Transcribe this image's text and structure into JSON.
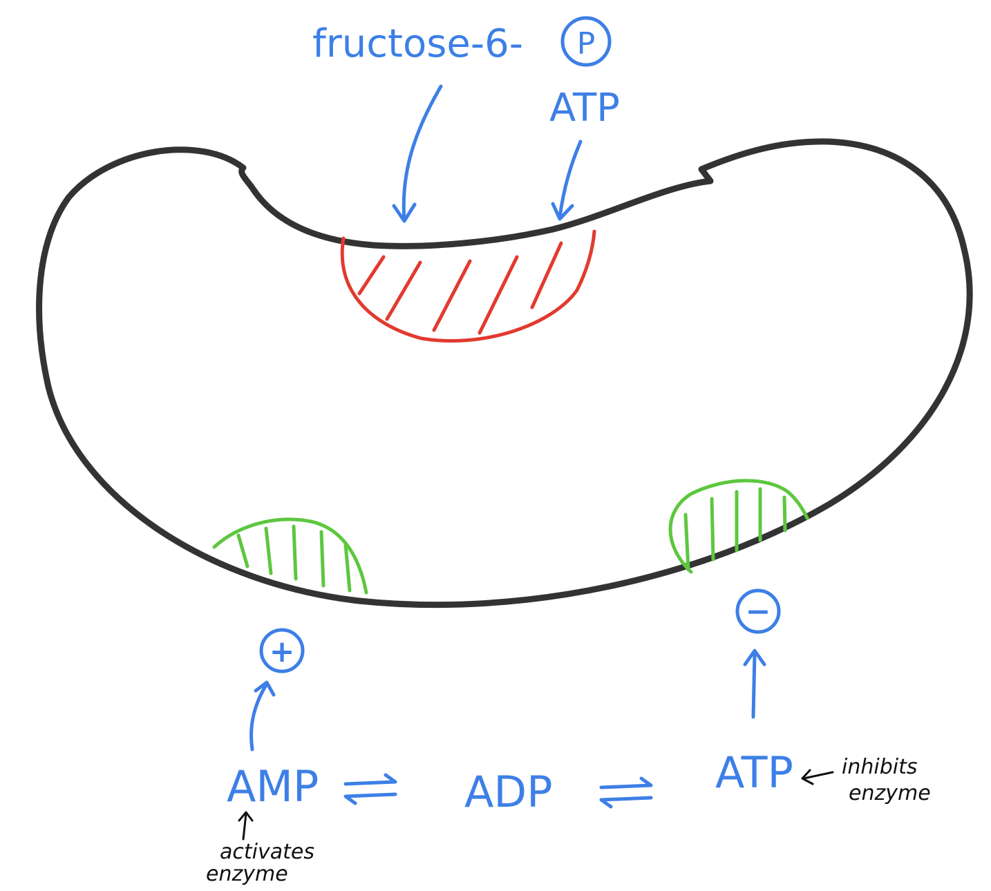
{
  "labels": {
    "substrate": "fructose-6-",
    "substrate_phosphate": "P",
    "atp_top": "ATP",
    "activator_sign": "+",
    "inhibitor_sign": "−",
    "amp": "AMP",
    "adp": "ADP",
    "atp_bottom": "ATP",
    "activates_line1": "activates",
    "activates_line2": "enzyme",
    "inhibits_line1": "inhibits",
    "inhibits_line2": "enzyme"
  },
  "colors": {
    "ink_blue": "#3d7fe6",
    "enzyme_outline": "#333333",
    "active_site": "#e23a2f",
    "allosteric_site": "#5dc73f",
    "note_ink": "#111111"
  },
  "symbols": {
    "equilibrium": "equilibrium-arrows-icon"
  }
}
